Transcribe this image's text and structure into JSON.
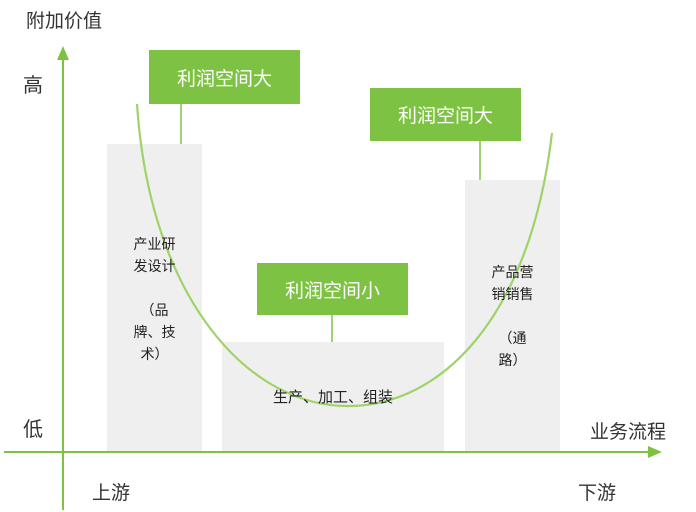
{
  "axes": {
    "y_title": "附加价值",
    "y_high": "高",
    "y_low": "低",
    "x_title": "业务流程",
    "x_left": "上游",
    "x_right": "下游"
  },
  "columns": {
    "left": "产业研\n发设计\n\n（品\n牌、技\n术）",
    "middle": "生产、加工、组装",
    "right": "产品营\n销销售\n\n（通\n路）"
  },
  "callouts": {
    "left": "利润空间大",
    "middle": "利润空间小",
    "right": "利润空间大"
  },
  "colors": {
    "accent": "#7dc242",
    "column_fill": "#efefef",
    "curve": "#9fd36a"
  }
}
